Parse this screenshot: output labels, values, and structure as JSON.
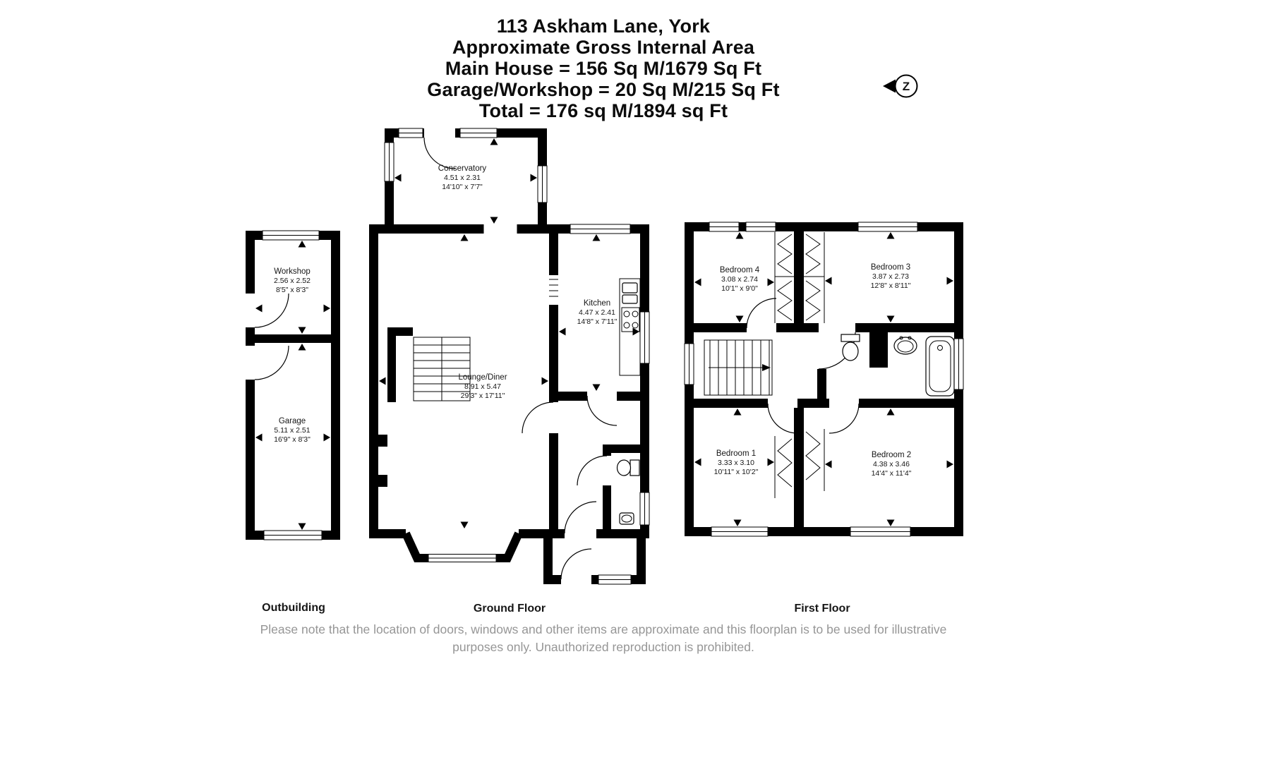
{
  "header": {
    "address": "113 Askham Lane, York",
    "subtitle": "Approximate Gross Internal Area",
    "main_house": "Main House = 156 Sq M/1679 Sq Ft",
    "garage_workshop": "Garage/Workshop = 20 Sq M/215 Sq Ft",
    "total": "Total = 176 sq M/1894 sq Ft"
  },
  "compass": {
    "letter": "Z"
  },
  "rooms": {
    "conservatory": {
      "name": "Conservatory",
      "metric": "4.51 x 2.31",
      "imperial": "14'10\" x 7'7\""
    },
    "workshop": {
      "name": "Workshop",
      "metric": "2.56 x 2.52",
      "imperial": "8'5\" x 8'3\""
    },
    "garage": {
      "name": "Garage",
      "metric": "5.11 x 2.51",
      "imperial": "16'9\" x 8'3\""
    },
    "kitchen": {
      "name": "Kitchen",
      "metric": "4.47 x 2.41",
      "imperial": "14'8\" x 7'11\""
    },
    "lounge_diner": {
      "name": "Lounge/Diner",
      "metric": "8.91 x 5.47",
      "imperial": "29'3\" x 17'11\""
    },
    "bedroom1": {
      "name": "Bedroom 1",
      "metric": "3.33 x 3.10",
      "imperial": "10'11\" x 10'2\""
    },
    "bedroom2": {
      "name": "Bedroom 2",
      "metric": "4.38 x 3.46",
      "imperial": "14'4\" x 11'4\""
    },
    "bedroom3": {
      "name": "Bedroom 3",
      "metric": "3.87 x 2.73",
      "imperial": "12'8\" x 8'11\""
    },
    "bedroom4": {
      "name": "Bedroom 4",
      "metric": "3.08 x 2.74",
      "imperial": "10'1\" x 9'0\""
    }
  },
  "floor_labels": {
    "outbuilding": "Outbuilding",
    "ground": "Ground Floor",
    "first": "First Floor"
  },
  "disclaimer": {
    "line1": "Please note that the location of doors, windows and other items are approximate and this floorplan is to be used for illustrative",
    "line2": "purposes only. Unauthorized reproduction is prohibited."
  }
}
